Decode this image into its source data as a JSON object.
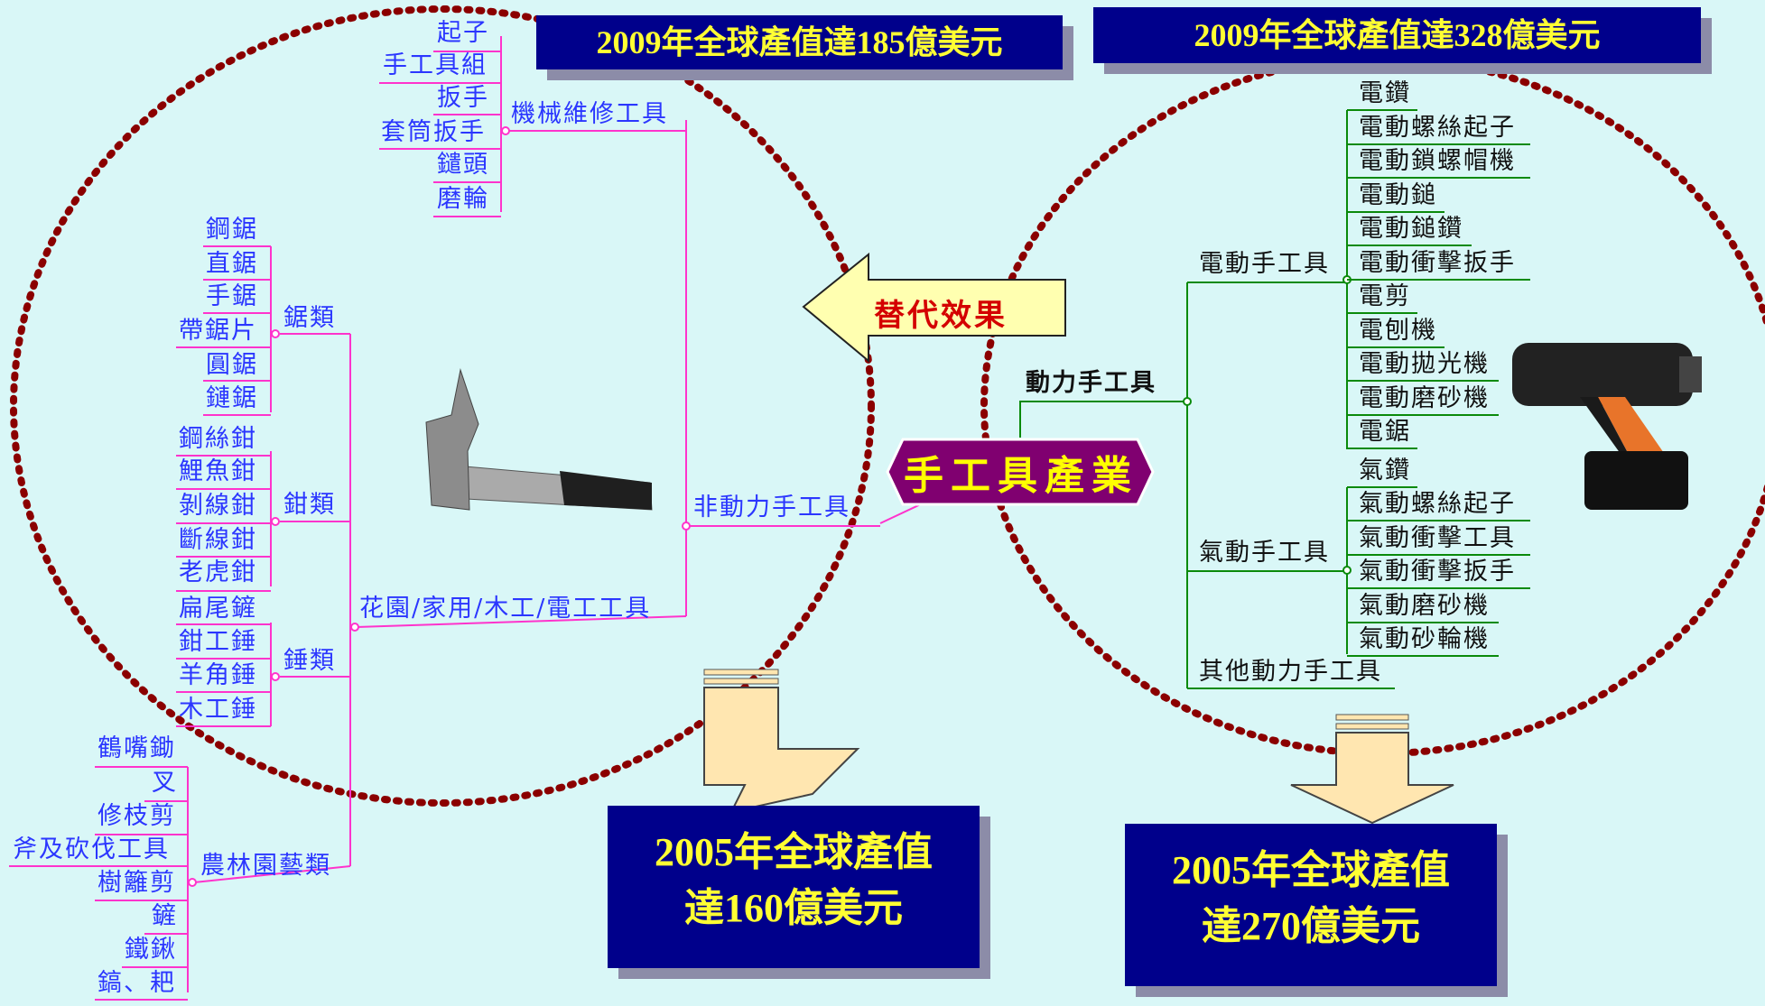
{
  "banners": {
    "top_left": "2009年全球產值達185億美元",
    "top_right": "2009年全球產值達328億美元",
    "bottom_left_line1": "2005年全球產值",
    "bottom_left_line2": "達160億美元",
    "bottom_right_line1": "2005年全球產值",
    "bottom_right_line2": "達270億美元"
  },
  "center_node": "手工具產業",
  "substitution_arrow": "替代效果",
  "non_powered": {
    "label": "非動力手工具",
    "groups": {
      "mechanical": {
        "label": "機械維修工具",
        "items": [
          "起子",
          "手工具組",
          "扳手",
          "套筒扳手",
          "鑓頭",
          "磨輪"
        ]
      },
      "garden_home": {
        "label": "花園/家用/木工/電工工具",
        "saws": {
          "label": "鋸類",
          "items": [
            "鋼鋸",
            "直鋸",
            "手鋸",
            "帶鋸片",
            "圓鋸",
            "鏈鋸"
          ]
        },
        "pliers": {
          "label": "鉗類",
          "items": [
            "鋼絲鉗",
            "鯉魚鉗",
            "剝線鉗",
            "斷線鉗",
            "老虎鉗"
          ]
        },
        "hammers": {
          "label": "錘類",
          "items": [
            "扁尾鏟",
            "鉗工錘",
            "羊角錘",
            "木工錘"
          ]
        }
      },
      "agri": {
        "label": "農林園藝類",
        "items": [
          "鶴嘴鋤",
          "叉",
          "修枝剪",
          "斧及砍伐工具",
          "樹籬剪",
          "鏟",
          "鐵鍬",
          "鎬、耙"
        ]
      }
    }
  },
  "powered": {
    "label": "動力手工具",
    "electric": {
      "label": "電動手工具",
      "items": [
        "電鑽",
        "電動螺絲起子",
        "電動鎖螺帽機",
        "電動鎚",
        "電動鎚鑽",
        "電動衝擊扳手",
        "電剪",
        "電刨機",
        "電動拋光機",
        "電動磨砂機",
        "電鋸"
      ]
    },
    "pneumatic": {
      "label": "氣動手工具",
      "items": [
        "氣鑽",
        "氣動螺絲起子",
        "氣動衝擊工具",
        "氣動衝擊扳手",
        "氣動磨砂機",
        "氣動砂輪機"
      ]
    },
    "other": {
      "label": "其他動力手工具"
    }
  },
  "colors": {
    "background": "#d9f7f7",
    "banner_bg": "#00008b",
    "banner_text": "#ffff33",
    "circle_dots": "#8b0000",
    "non_powered_lines": "#ff33cc",
    "powered_lines": "#0a8a0a",
    "node_text": "#2b36ff"
  }
}
